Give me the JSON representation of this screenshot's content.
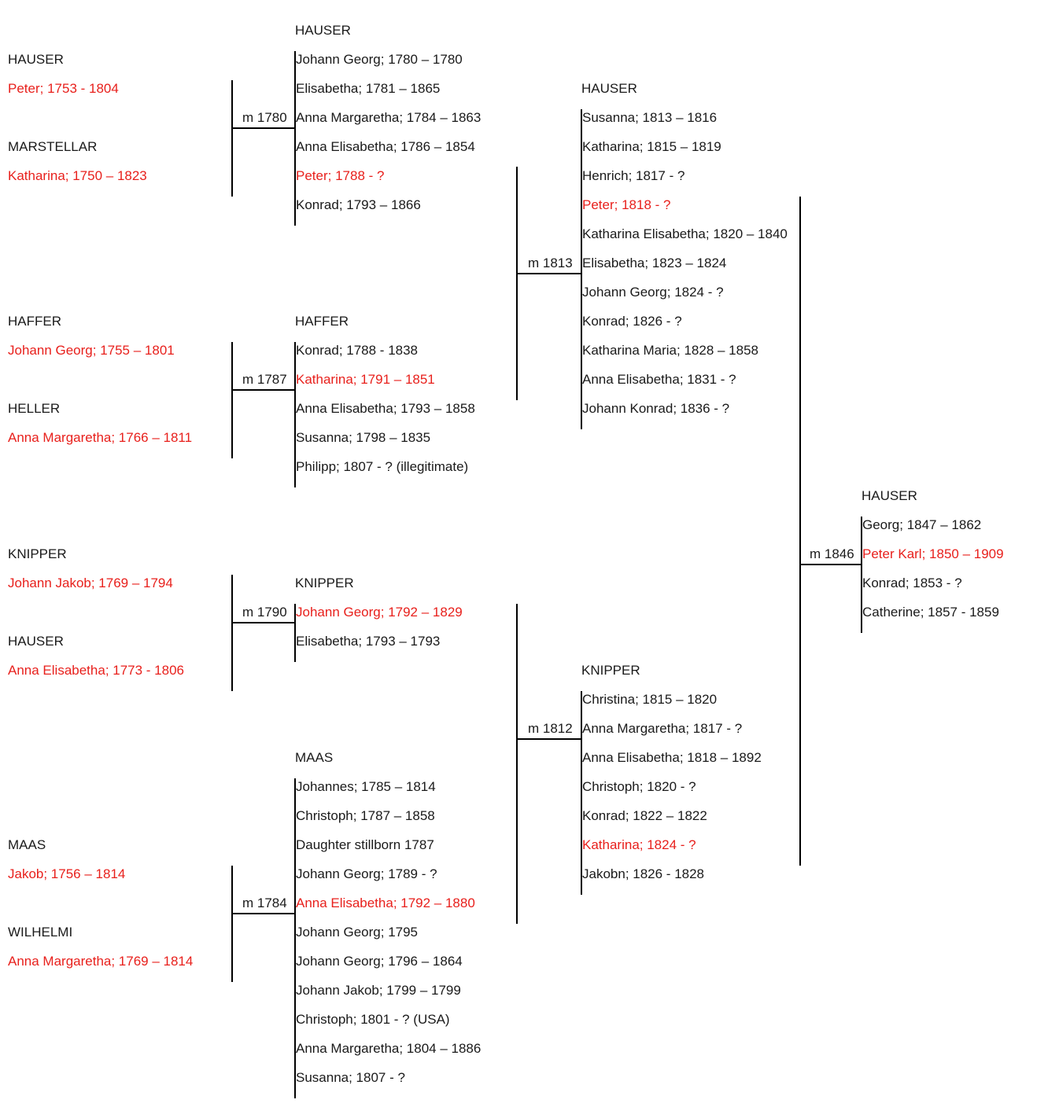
{
  "couples": {
    "c1780": {
      "marriage": "m 1780",
      "husband": {
        "surname": "HAUSER",
        "name": "Peter; 1753 - 1804"
      },
      "wife": {
        "surname": "MARSTELLAR",
        "name": "Katharina; 1750 – 1823"
      },
      "children_surname": "HAUSER",
      "children": [
        "Johann Georg; 1780 – 1780",
        "Elisabetha; 1781 – 1865",
        "Anna Margaretha; 1784 – 1863",
        "Anna Elisabetha; 1786 – 1854",
        "Peter; 1788 - ?",
        "Konrad; 1793 – 1866"
      ]
    },
    "c1787": {
      "marriage": "m 1787",
      "husband": {
        "surname": "HAFFER",
        "name": "Johann Georg; 1755 – 1801"
      },
      "wife": {
        "surname": "HELLER",
        "name": "Anna Margaretha; 1766 – 1811"
      },
      "children_surname": "HAFFER",
      "children": [
        "Konrad; 1788 - 1838",
        "Katharina; 1791 – 1851",
        "Anna Elisabetha; 1793 – 1858",
        "Susanna; 1798 – 1835",
        "Philipp; 1807 - ? (illegitimate)"
      ]
    },
    "c1790": {
      "marriage": "m 1790",
      "husband": {
        "surname": "KNIPPER",
        "name": "Johann Jakob; 1769 – 1794"
      },
      "wife": {
        "surname": "HAUSER",
        "name": "Anna Elisabetha; 1773 - 1806"
      },
      "children_surname": "KNIPPER",
      "children": [
        "Johann Georg; 1792 – 1829",
        "Elisabetha; 1793 – 1793"
      ]
    },
    "c1784": {
      "marriage": "m 1784",
      "husband": {
        "surname": "MAAS",
        "name": "Jakob; 1756 – 1814"
      },
      "wife": {
        "surname": "WILHELMI",
        "name": "Anna Margaretha; 1769 – 1814"
      },
      "children_surname": "MAAS",
      "children": [
        "Johannes; 1785 – 1814",
        "Christoph; 1787 – 1858",
        "Daughter stillborn 1787",
        "Johann Georg; 1789 - ?",
        "Anna Elisabetha; 1792 – 1880",
        "Johann Georg; 1795",
        "Johann Georg; 1796 – 1864",
        "Johann Jakob; 1799 – 1799",
        "Christoph; 1801 - ? (USA)",
        "Anna Margaretha; 1804 – 1886",
        "Susanna; 1807 - ?"
      ]
    },
    "c1813": {
      "marriage": "m 1813",
      "children_surname": "HAUSER",
      "children": [
        "Susanna; 1813 – 1816",
        "Katharina; 1815 – 1819",
        "Henrich; 1817 - ?",
        "Peter; 1818 - ?",
        "Katharina Elisabetha; 1820 – 1840",
        "Elisabetha; 1823 – 1824",
        "Johann Georg; 1824 - ?",
        "Konrad; 1826 - ?",
        "Katharina Maria; 1828 – 1858",
        "Anna Elisabetha; 1831 - ?",
        "Johann Konrad; 1836 - ?"
      ]
    },
    "c1812": {
      "marriage": "m 1812",
      "children_surname": "KNIPPER",
      "children": [
        "Christina; 1815 – 1820",
        "Anna Margaretha; 1817 - ?",
        "Anna Elisabetha; 1818 – 1892",
        "Christoph; 1820 - ?",
        "Konrad; 1822 – 1822",
        "Katharina; 1824 - ?",
        "Jakobn; 1826 - 1828"
      ]
    },
    "c1846": {
      "marriage": "m 1846",
      "children_surname": "HAUSER",
      "children": [
        "Georg; 1847 – 1862",
        "Peter Karl; 1850 – 1909",
        "Konrad; 1853 - ?",
        "Catherine; 1857 - 1859"
      ]
    }
  },
  "colors": {
    "direct_line": "#e8201c",
    "text": "#1a1a1a",
    "lines": "#000000"
  }
}
